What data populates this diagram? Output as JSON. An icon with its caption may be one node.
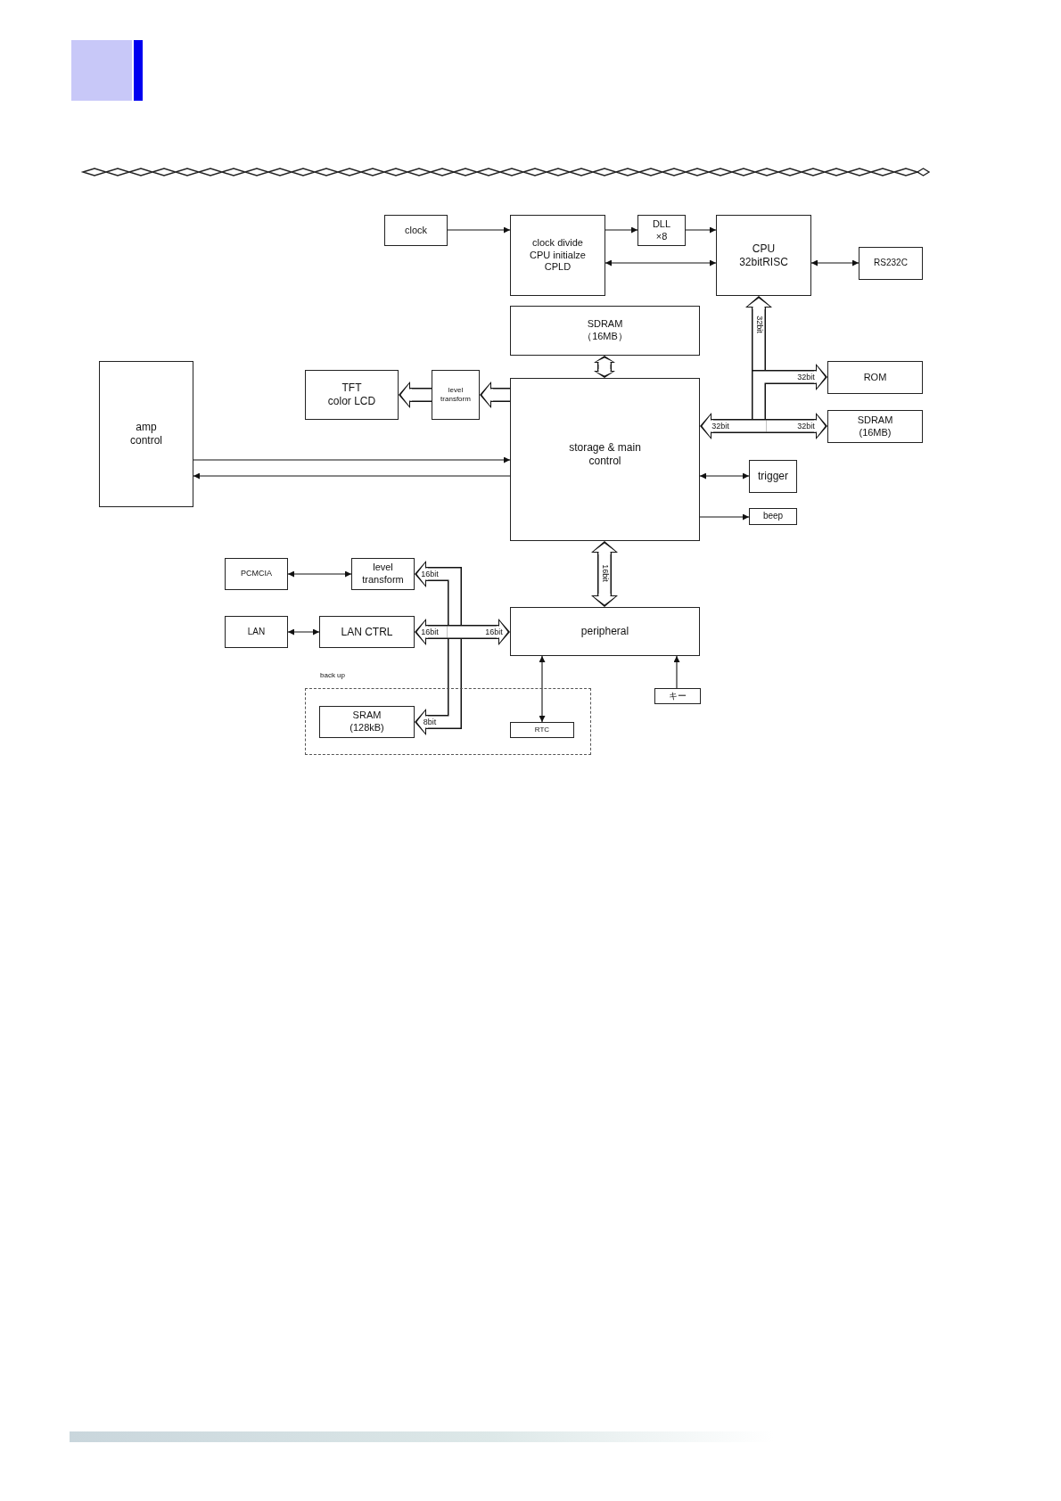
{
  "diagram": {
    "nodes": [
      {
        "text": [
          "clock"
        ]
      },
      {
        "text": [
          "clock divide",
          "CPU initialze",
          "CPLD"
        ]
      },
      {
        "text": [
          "DLL",
          "×8"
        ]
      },
      {
        "text": [
          "CPU",
          "32bitRISC"
        ]
      },
      {
        "text": [
          "RS232C"
        ]
      },
      {
        "text": [
          "SDRAM",
          "（16MB）"
        ]
      },
      {
        "text": [
          "amp control"
        ]
      },
      {
        "text": [
          "TFT",
          "color LCD"
        ]
      },
      {
        "text": [
          "level transform"
        ]
      },
      {
        "text": [
          "storage & main control"
        ]
      },
      {
        "text": [
          "ROM"
        ]
      },
      {
        "text": [
          "SDRAM",
          "(16MB)"
        ]
      },
      {
        "text": [
          "trigger"
        ]
      },
      {
        "text": [
          "beep"
        ]
      },
      {
        "text": [
          "PCMCIA"
        ]
      },
      {
        "text": [
          "level transform"
        ]
      },
      {
        "text": [
          "LAN"
        ]
      },
      {
        "text": [
          "LAN CTRL"
        ]
      },
      {
        "text": [
          "peripheral"
        ]
      },
      {
        "text": [
          "back up"
        ]
      },
      {
        "text": [
          "SRAM",
          "(128kB)"
        ],
        "in": 19
      },
      {
        "text": [
          "RTC"
        ],
        "in": 19
      },
      {
        "text": [
          "キー"
        ]
      }
    ],
    "edges": [
      {
        "from": 0,
        "to": 1,
        "arrow": "to"
      },
      {
        "from": 1,
        "to": 2,
        "arrow": "to"
      },
      {
        "from": 2,
        "to": 3,
        "arrow": "to"
      },
      {
        "from": 1,
        "to": 3,
        "arrow": "both"
      },
      {
        "from": 3,
        "to": 4,
        "arrow": "both"
      },
      {
        "from": 5,
        "to": 9,
        "arrow": "both",
        "style": "thick"
      },
      {
        "from": 9,
        "to": 8,
        "arrow": "to",
        "style": "thick"
      },
      {
        "from": 8,
        "to": 7,
        "arrow": "to",
        "style": "thick"
      },
      {
        "from": 6,
        "to": 9,
        "arrow": "to"
      },
      {
        "from": 9,
        "to": 6,
        "arrow": "to"
      },
      {
        "from": 9,
        "to": 3,
        "arrow": "both",
        "style": "thick",
        "label": "32bit"
      },
      {
        "from": 9,
        "to": 10,
        "arrow": "both",
        "style": "thick",
        "label": "32bit"
      },
      {
        "from": 9,
        "to": 11,
        "arrow": "both",
        "style": "thick",
        "label": "32bit"
      },
      {
        "from": 9,
        "to": 12,
        "arrow": "both"
      },
      {
        "from": 9,
        "to": 13,
        "arrow": "to"
      },
      {
        "from": 9,
        "to": 18,
        "arrow": "both",
        "style": "thick",
        "label": "16bit"
      },
      {
        "from": 18,
        "to": 15,
        "arrow": "both",
        "style": "thick",
        "label": "16bit"
      },
      {
        "from": 18,
        "to": 17,
        "arrow": "both",
        "style": "thick",
        "label": "16bit"
      },
      {
        "from": 18,
        "to": 20,
        "arrow": "both",
        "style": "thick",
        "label": "8bit"
      },
      {
        "from": 14,
        "to": 15,
        "arrow": "both"
      },
      {
        "from": 16,
        "to": 17,
        "arrow": "both"
      },
      {
        "from": 18,
        "to": 21,
        "arrow": "both"
      },
      {
        "from": 22,
        "to": 18,
        "arrow": "to"
      }
    ],
    "labels": [
      "32bit",
      "16bit"
    ]
  }
}
